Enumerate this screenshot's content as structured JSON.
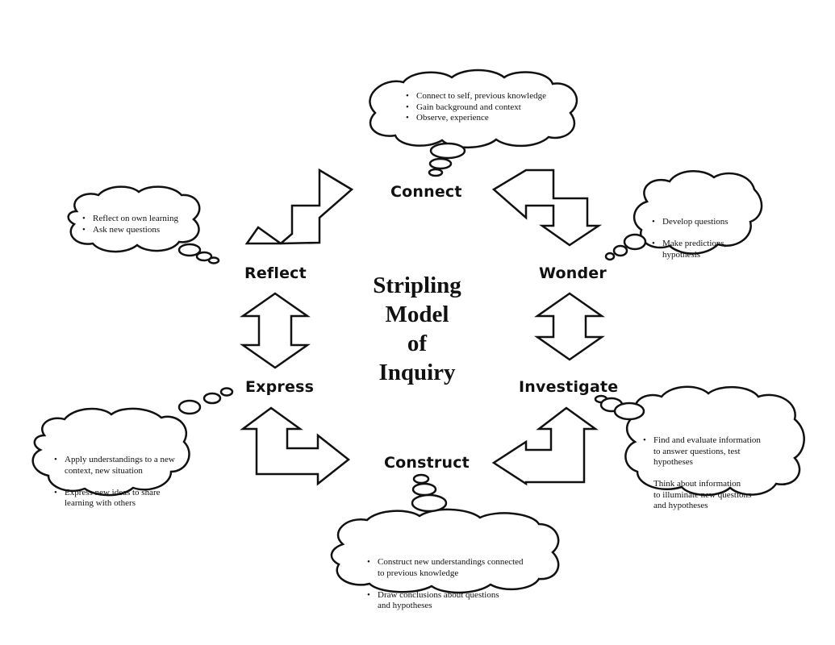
{
  "title_lines": [
    "Stripling",
    "Model",
    "of",
    "Inquiry"
  ],
  "stages": {
    "connect": "Connect",
    "wonder": "Wonder",
    "investigate": "Investigate",
    "construct": "Construct",
    "express": "Express",
    "reflect": "Reflect"
  },
  "bubbles": {
    "connect": [
      "Connect to self, previous knowledge",
      "Gain background and context",
      "Observe, experience"
    ],
    "wonder": [
      "Develop questions",
      "Make predictions,\nhypothesis"
    ],
    "investigate": [
      "Find and evaluate information\nto answer questions, test\nhypotheses",
      "Think about information\nto illuminate new questions\nand hypotheses"
    ],
    "construct": [
      "Construct new understandings connected\nto previous knowledge",
      "Draw conclusions about questions\nand hypotheses"
    ],
    "express": [
      "Apply understandings to a new\ncontext, new situation",
      "Express new ideas to share\nlearning with others"
    ],
    "reflect": [
      "Reflect on own learning",
      "Ask new questions"
    ]
  }
}
